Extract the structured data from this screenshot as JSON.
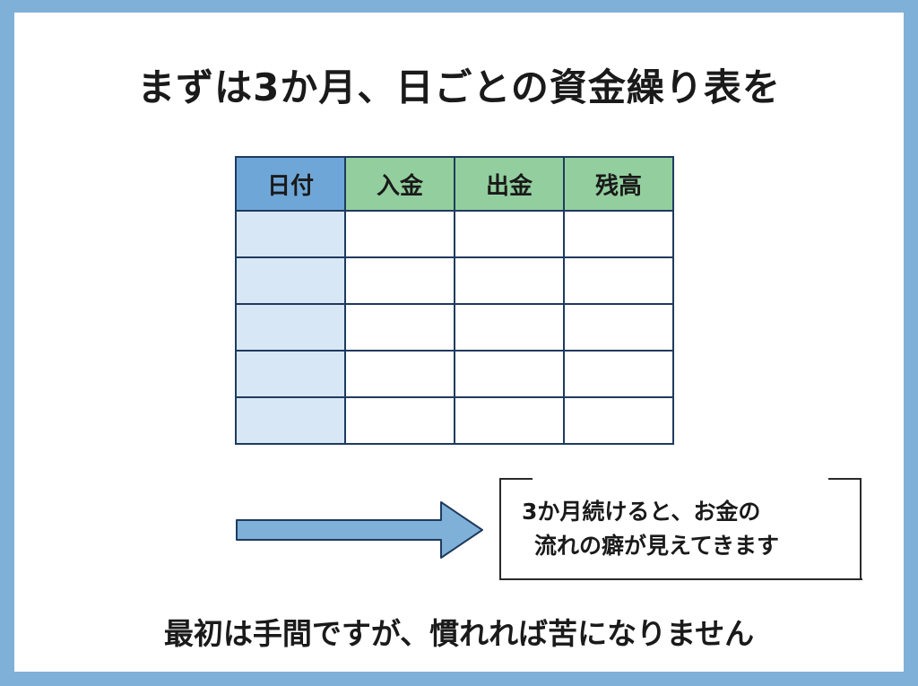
{
  "title": "まずは3か月、日ごとの資金繰り表を",
  "table": {
    "headers": [
      "日付",
      "入金",
      "出金",
      "残高"
    ],
    "empty_rows": 5
  },
  "callout": {
    "line1": "3か月続けると、お金の",
    "line2": "流れの癖が見えてきます"
  },
  "footer": "最初は手間ですが、慣れれば苦になりません",
  "colors": {
    "border": "#7fb0d8",
    "date_header": "#6fa6d8",
    "amount_header": "#93cf9e",
    "date_column": "#d8e7f5",
    "arrow": "#7fb0d8",
    "lines": "#1f3a5f"
  }
}
